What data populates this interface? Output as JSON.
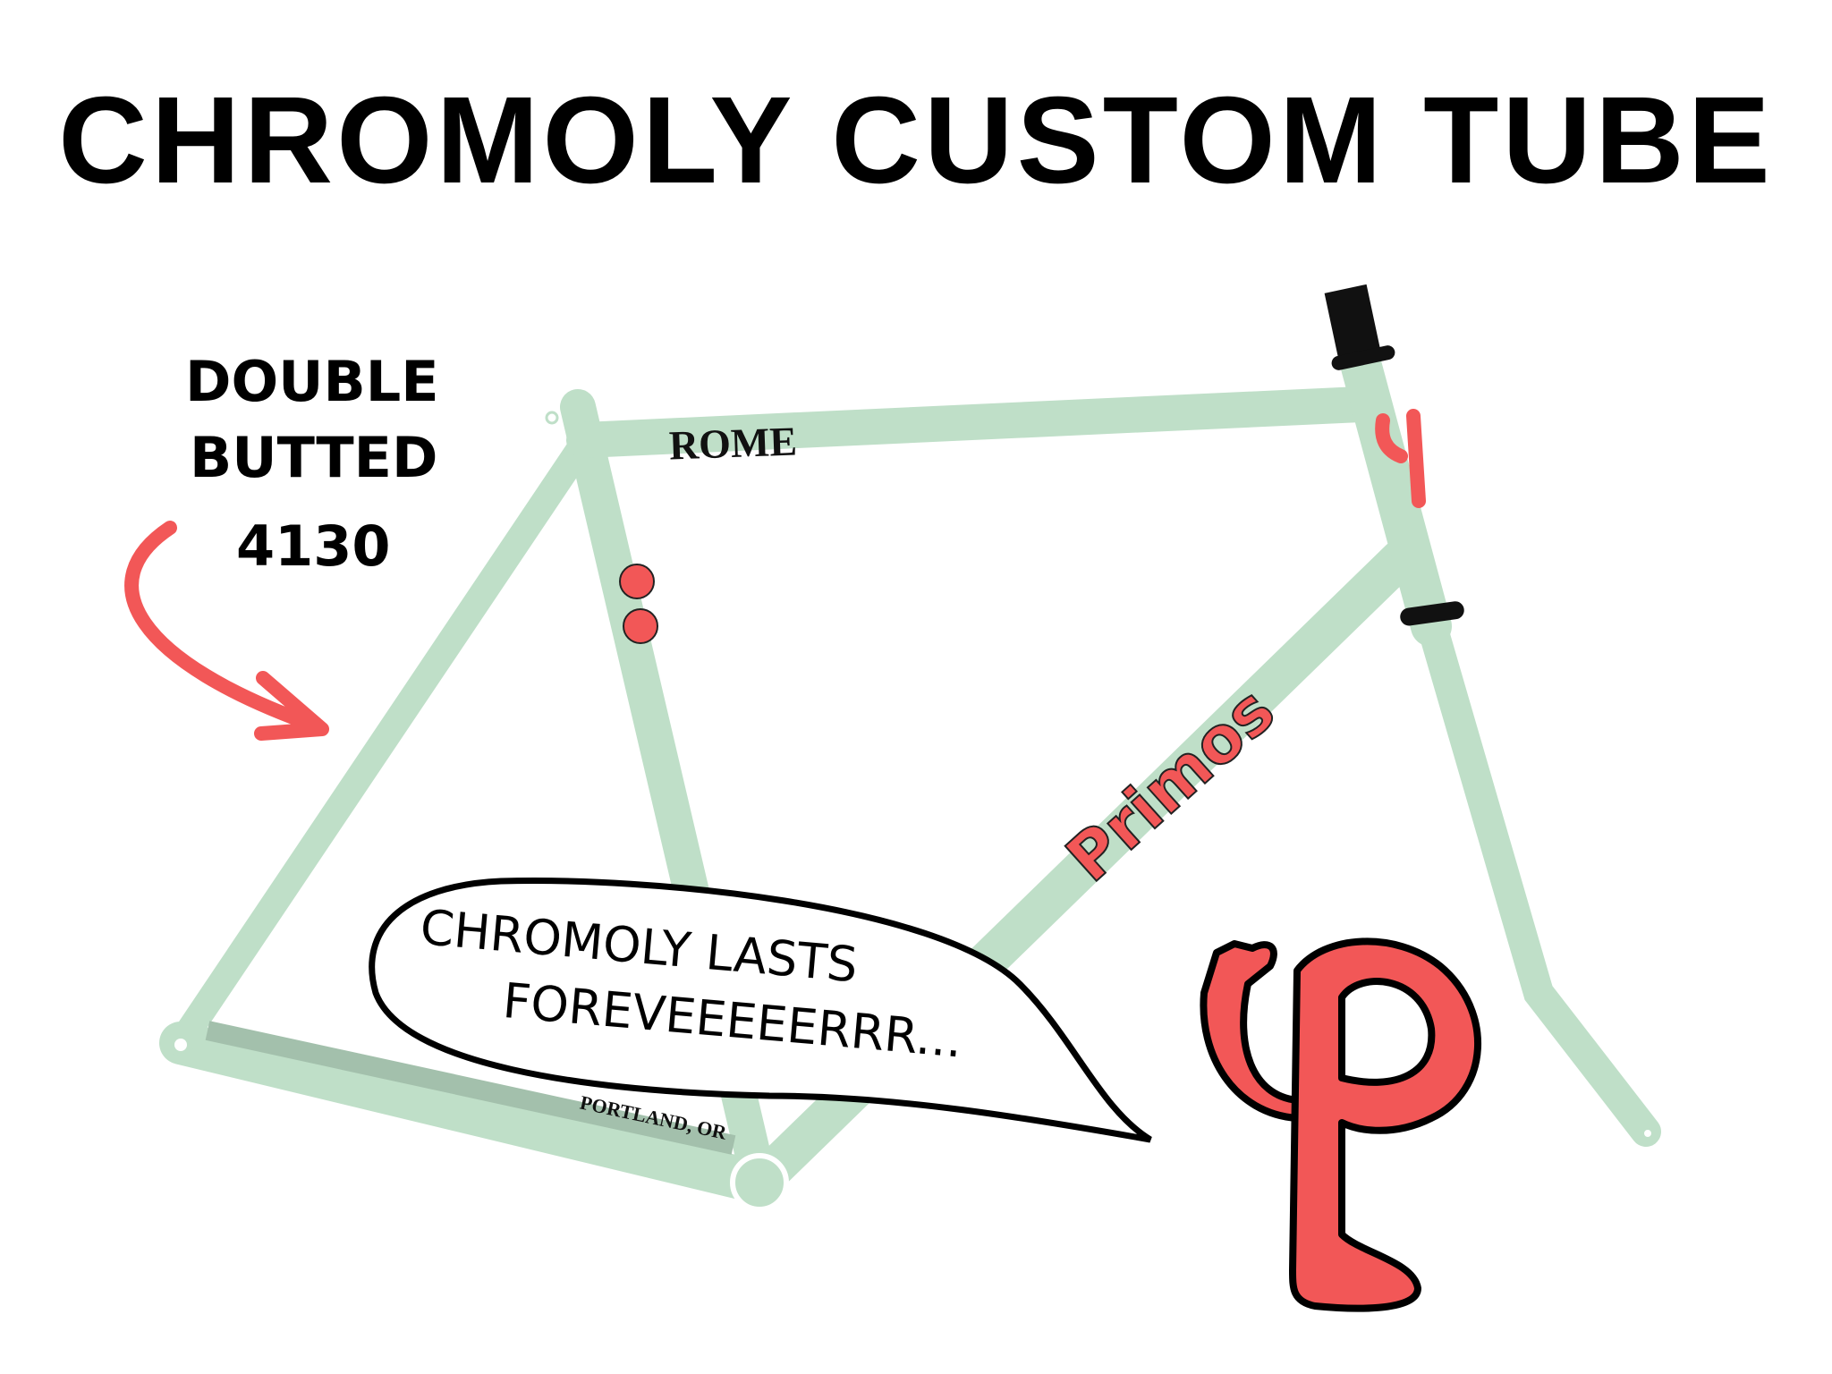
{
  "title": "CHROMOLY CUSTOM TUBE",
  "annotation": {
    "line1": "DOUBLE",
    "line2": "BUTTED",
    "line3": "4130"
  },
  "speech_bubble": {
    "line1": "CHROMOLY LASTS",
    "line2": "FOREVEEEEERRR..."
  },
  "decals": {
    "top_tube_logo": "ROME",
    "down_tube": "Primos",
    "chainstay": "PORTLAND, OR"
  },
  "colors": {
    "frame": "#bfdfc8",
    "frame_shadow": "#a3c0ac",
    "accent": "#f25757",
    "ink": "#000000"
  }
}
